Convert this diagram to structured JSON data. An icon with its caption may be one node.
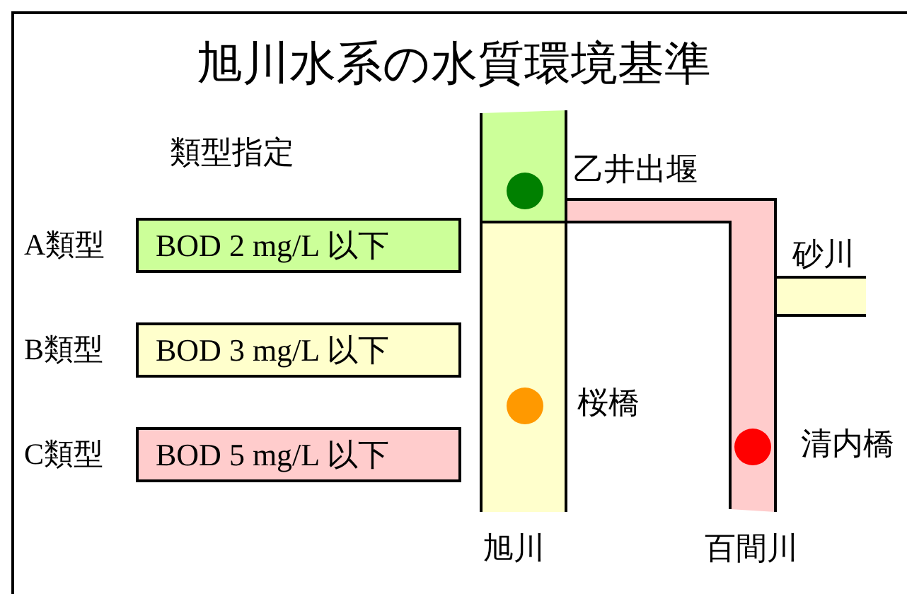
{
  "diagram": {
    "title": "旭川水系の水質環境基準",
    "labels": [
      "類型指定",
      "乙井出堰",
      "A類型",
      "砂川",
      "B類型",
      "桜橋",
      "C類型",
      "清内橋",
      "旭川",
      "百間川"
    ],
    "legend": [
      {
        "text": "BOD 2 mg/L 以下",
        "color": "#ccff99"
      },
      {
        "text": "BOD 3 mg/L 以下",
        "color": "#ffffcc"
      },
      {
        "text": "BOD 5 mg/L 以下",
        "color": "#ffcccc"
      }
    ]
  }
}
